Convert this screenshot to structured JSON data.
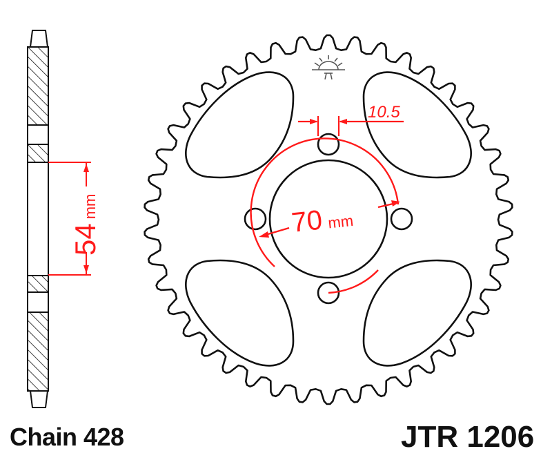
{
  "title": "JTR 1206 rear sprocket technical drawing",
  "labels": {
    "chain": "Chain 428",
    "part_number": "JTR 1206"
  },
  "dimensions": {
    "bolt_hole_diameter": "10.5",
    "pitch_circle_value": "70",
    "pitch_circle_unit": "mm",
    "offset_value": "54",
    "offset_unit": "mm"
  },
  "sprocket": {
    "teeth": 42,
    "bolt_holes": 4,
    "lightening_cutouts": 4
  },
  "colors": {
    "outline": "#111111",
    "dimension": "#ff1a1a",
    "logo": "#555555"
  },
  "icons": {
    "logo": "jt-sun-logo-icon"
  }
}
